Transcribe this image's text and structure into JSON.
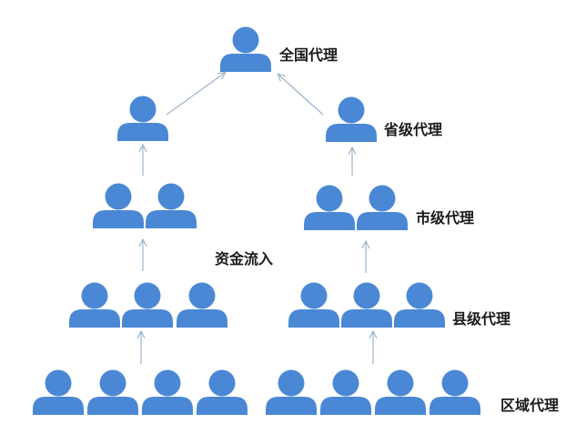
{
  "colors": {
    "person": "#4a88d6",
    "arrow": "#9bb4cf",
    "text": "#1a1a1a"
  },
  "icon": "person-icon",
  "levels": {
    "national": "全国代理",
    "provincial": "省级代理",
    "city": "市级代理",
    "county": "县级代理",
    "district": "区域代理"
  },
  "flow_label": "资金流入"
}
